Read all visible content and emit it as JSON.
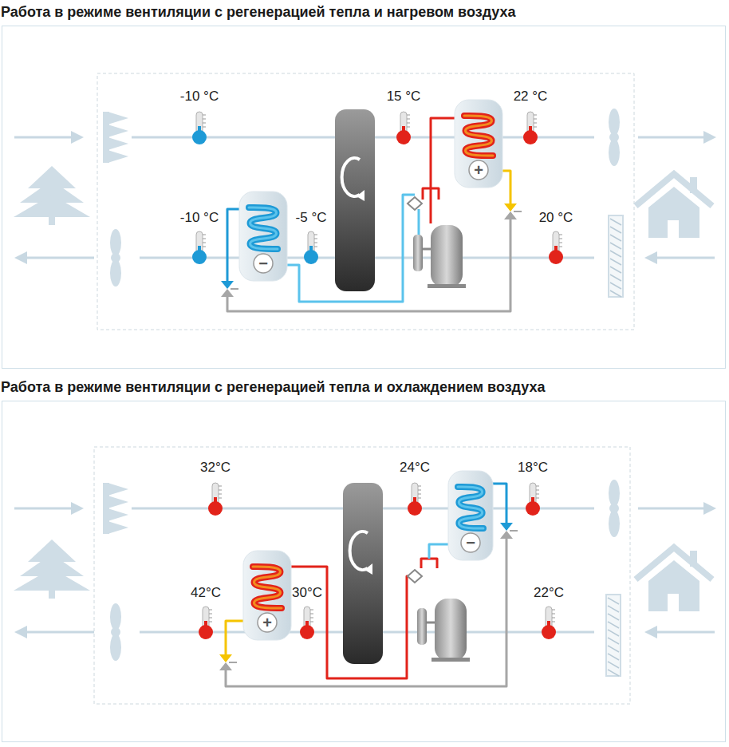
{
  "diagram": {
    "nodes": [
      {
        "text": [
          "Работа в режиме вентиляции с регенерацией тепла и нагревом воздуха"
        ]
      },
      {
        "text": [
          "Работа в режиме вентиляции с регенерацией тепла и охлаждением воздуха"
        ]
      }
    ],
    "labels": [
      "-10 °C",
      "15 °C",
      "22 °C",
      "-10 °C",
      "-5 °C",
      "20 °C",
      "+",
      "−",
      "32°C",
      "24°C",
      "18°C",
      "42°C",
      "30°C",
      "22°C",
      "+",
      "−"
    ]
  }
}
